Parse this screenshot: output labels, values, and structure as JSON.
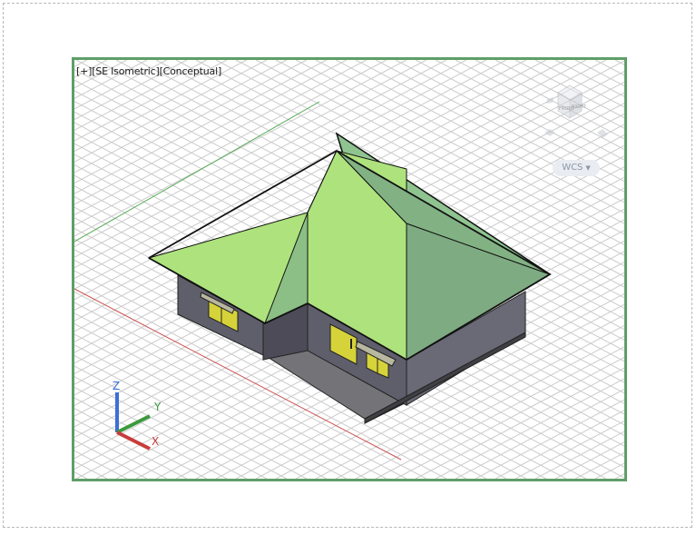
{
  "viewport": {
    "view_name": "SE Isometric",
    "visual_style": "Conceptual",
    "maximize_control": "+"
  },
  "viewcube": {
    "faces": [
      "FRONT",
      "RIGHT",
      "TOP"
    ],
    "coordinate_system": "WCS"
  },
  "ucs_icon": {
    "x_label": "X",
    "y_label": "Y",
    "z_label": "Z"
  },
  "colors": {
    "viewport_border": "#5f9e68",
    "roof_light": "#afe07c",
    "roof_dark": "#7fad83",
    "wall_dark": "#5f5e6b",
    "floor": "#6e6e73",
    "window_yellow": "#d6d33a",
    "grid": "#c8c8c8",
    "x_axis": "#c83c3c",
    "y_axis": "#3c9a3c",
    "z_axis": "#3c6fd6"
  }
}
